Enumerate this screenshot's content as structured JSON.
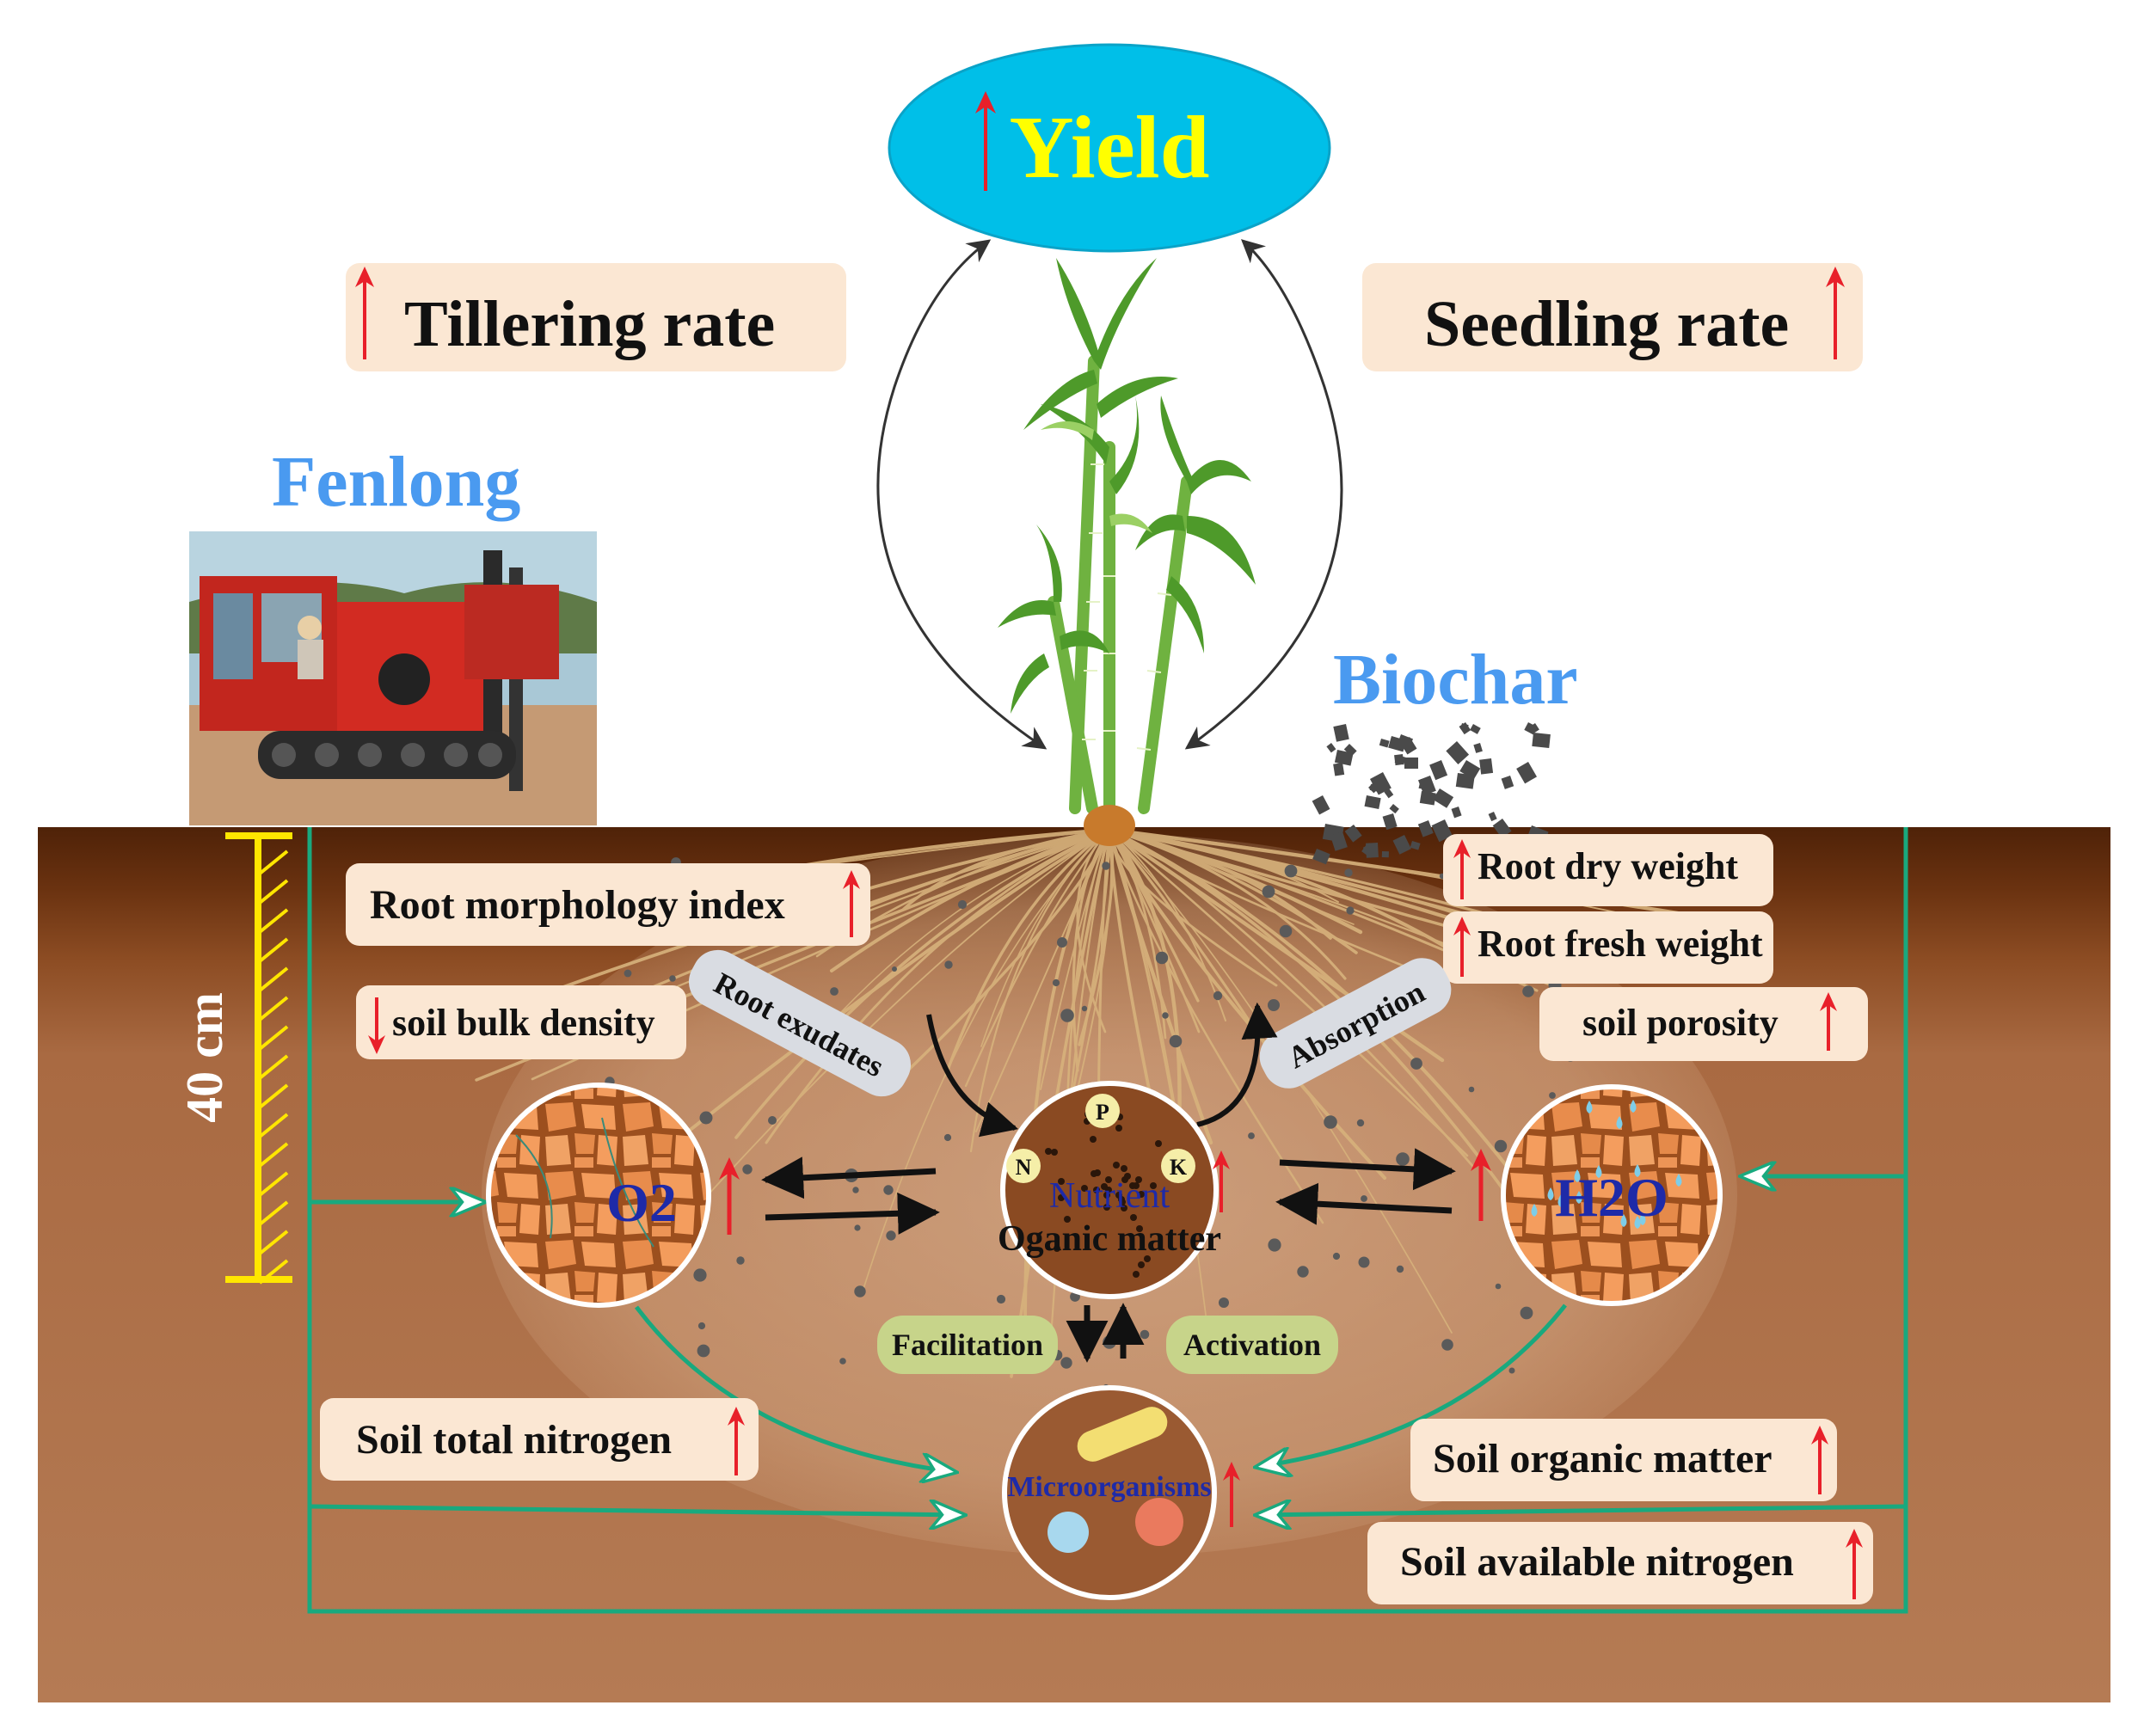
{
  "header": {
    "yield_label": "Yield",
    "tillering_label": "Tillering rate",
    "seedling_label": "Seedling rate"
  },
  "sources": {
    "fenlong_label": "Fenlong",
    "biochar_label": "Biochar",
    "depth_label": "40 cm"
  },
  "labels": {
    "root_morphology": "Root morphology index",
    "soil_bulk_density": "soil bulk density",
    "root_dry_weight": "Root dry weight",
    "root_fresh_weight": "Root fresh weight",
    "soil_porosity": "soil porosity",
    "soil_total_nitrogen": "Soil total nitrogen",
    "soil_organic_matter": "Soil organic matter",
    "soil_available_nitrogen": "Soil available nitrogen"
  },
  "processes": {
    "root_exudates": "Root exudates",
    "absorption": "Absorption",
    "facilitation": "Facilitation",
    "activation": "Activation"
  },
  "circles": {
    "oxygen": "O2",
    "water": "H2O",
    "nutrient": "Nutrient",
    "organic_matter": "Oganic matter",
    "microorganisms": "Microorganisms",
    "n": "N",
    "p": "P",
    "k": "K"
  },
  "colors": {
    "yield_ellipse": "#00bfe8",
    "yield_text": "#ffff00",
    "source_label": "#4a9af0",
    "increase_arrow": "#e8202a",
    "green_line": "#19a97e",
    "label_box": "#fbe7d3",
    "process_box": "#c7d48a",
    "soil_top": "#5a2a0c",
    "soil_bottom": "#b67a52",
    "depth_bar": "#ffe600"
  }
}
